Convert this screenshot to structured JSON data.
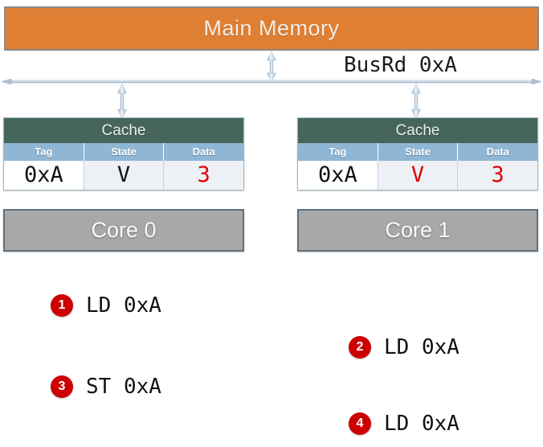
{
  "diagram": {
    "main_memory": {
      "label": "Main Memory",
      "color": "#DF7F33"
    },
    "bus": {
      "label": "BusRd 0xA",
      "line_color": "#9FB6CC"
    },
    "caches": [
      {
        "title": "Cache",
        "columns": [
          "Tag",
          "State",
          "Data"
        ],
        "values": [
          {
            "text": "0xA",
            "color": "#111111"
          },
          {
            "text": "V",
            "color": "#111111"
          },
          {
            "text": "3",
            "color": "#E10000"
          }
        ]
      },
      {
        "title": "Cache",
        "columns": [
          "Tag",
          "State",
          "Data"
        ],
        "values": [
          {
            "text": "0xA",
            "color": "#111111"
          },
          {
            "text": "V",
            "color": "#E10000"
          },
          {
            "text": "3",
            "color": "#E10000"
          }
        ]
      }
    ],
    "cores": [
      {
        "label": "Core 0"
      },
      {
        "label": "Core 1"
      }
    ],
    "instructions": [
      {
        "num": "1",
        "text": "LD 0xA"
      },
      {
        "num": "2",
        "text": "LD 0xA"
      },
      {
        "num": "3",
        "text": "ST 0xA"
      },
      {
        "num": "4",
        "text": "LD 0xA"
      }
    ],
    "badge_color": "#CC0000"
  }
}
